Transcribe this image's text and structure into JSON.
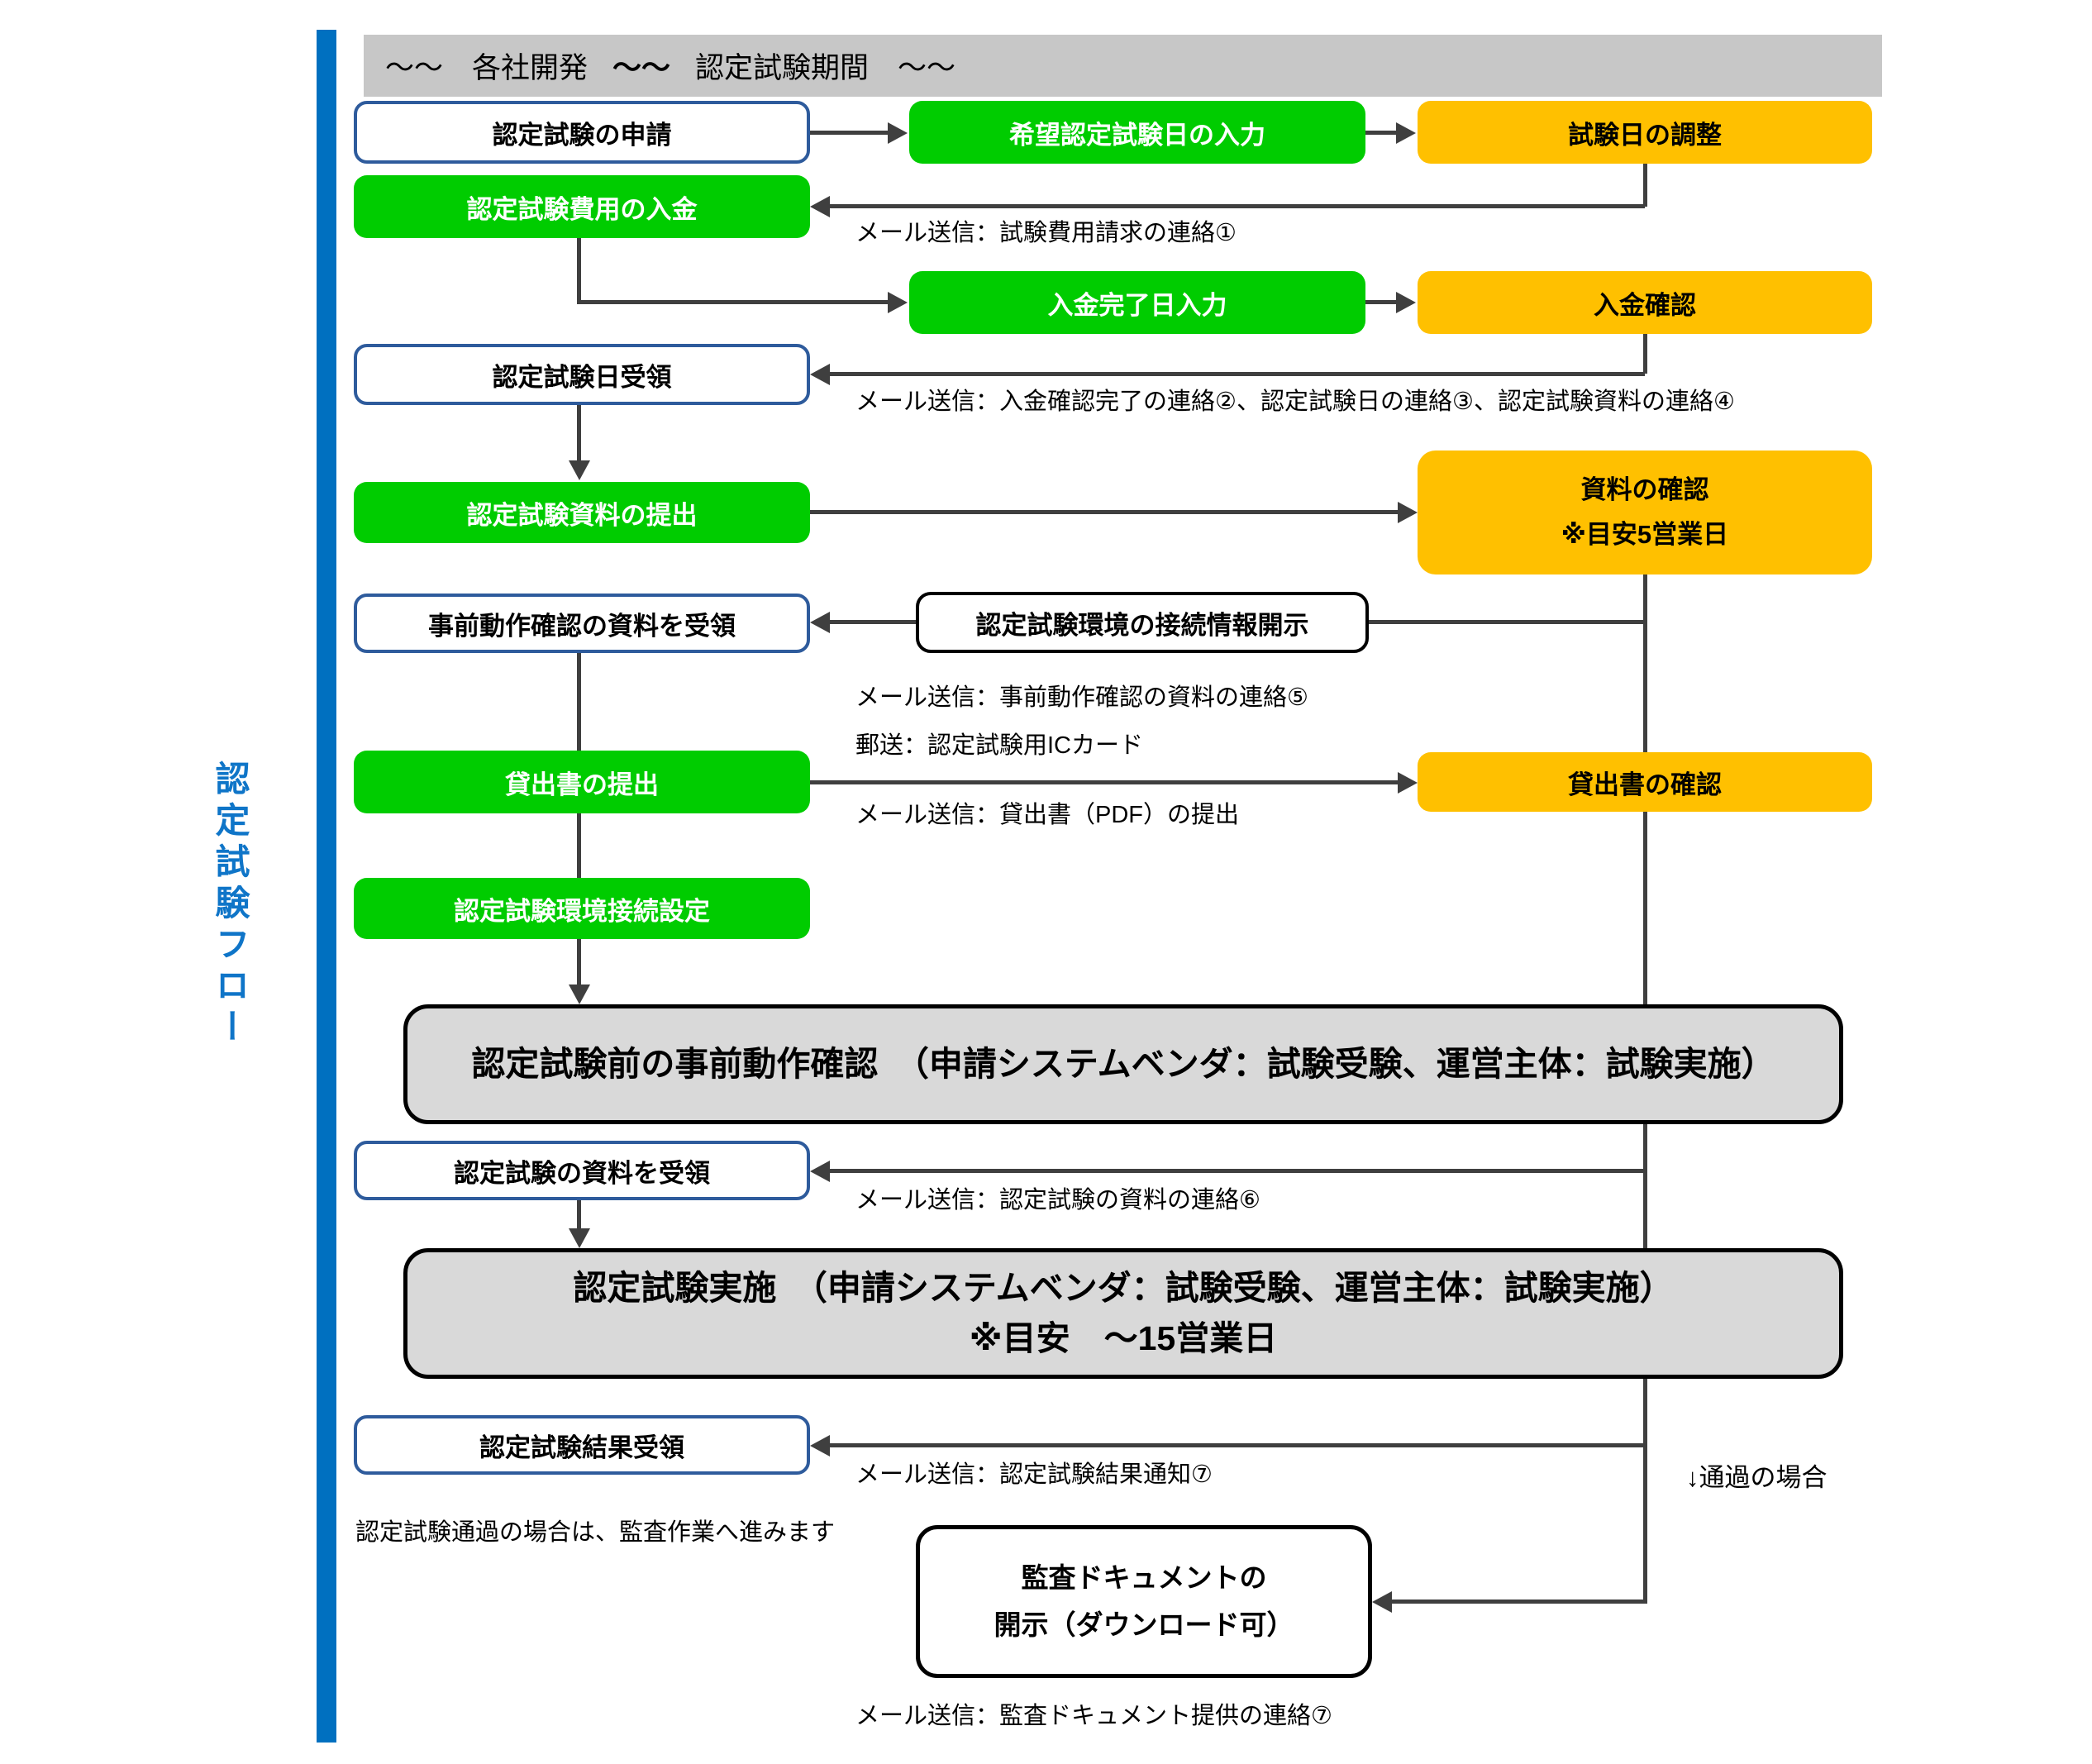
{
  "page": {
    "vertical_title": "認定試験フロー",
    "header": {
      "part1": "〜〜　各社開発",
      "part2": "〜〜",
      "part3": "認定試験期間　〜〜"
    }
  },
  "colors": {
    "green": "#00CC00",
    "orange": "#FFC000",
    "header-gray": "#C7C7C7",
    "box-gray": "#D9D9D9",
    "blue-bar": "#0070C0",
    "blue-border": "#2E5B9C",
    "title-blue": "#0F75C8",
    "line": "#3F3F3F"
  },
  "nodes": {
    "apply": {
      "label": "認定試験の申請"
    },
    "desired_date": {
      "label": "希望認定試験日の入力"
    },
    "date_adjust": {
      "label": "試験日の調整"
    },
    "fee_payment": {
      "label": "認定試験費用の入金"
    },
    "payment_date": {
      "label": "入金完了日入力"
    },
    "payment_confirm": {
      "label": "入金確認"
    },
    "date_receive": {
      "label": "認定試験日受領"
    },
    "materials_submit": {
      "label": "認定試験資料の提出"
    },
    "materials_check": {
      "label": "資料の確認",
      "note": "※目安5営業日"
    },
    "precheck_receive": {
      "label": "事前動作確認の資料を受領"
    },
    "env_info": {
      "label": "認定試験環境の接続情報開示"
    },
    "loan_submit": {
      "label": "貸出書の提出"
    },
    "loan_check": {
      "label": "貸出書の確認"
    },
    "env_setup": {
      "label": "認定試験環境接続設定"
    },
    "pretest": {
      "label": "認定試験前の事前動作確認　（申請システムベンダ：試験受験、運営主体：試験実施）"
    },
    "docs_receive": {
      "label": "認定試験の資料を受領"
    },
    "exam": {
      "label": "認定試験実施　（申請システムベンダ：試験受験、運営主体：試験実施）",
      "note": "※目安　〜15営業日"
    },
    "result_receive": {
      "label": "認定試験結果受領"
    },
    "audit_docs": {
      "line1": "監査ドキュメントの",
      "line2": "開示（ダウンロード可）"
    }
  },
  "annotations": {
    "mail_fee_request": "メール送信：試験費用請求の連絡①",
    "mail_payment_confirm": "メール送信：入金確認完了の連絡②、認定試験日の連絡③、認定試験資料の連絡④",
    "mail_precheck_materials": "メール送信：事前動作確認の資料の連絡⑤",
    "post_ic_card": "郵送：認定試験用ICカード",
    "mail_loan_pdf": "メール送信：貸出書（PDF）の提出",
    "mail_exam_materials": "メール送信：認定試験の資料の連絡⑥",
    "mail_exam_result": "メール送信：認定試験結果通知⑦",
    "pass_proceed_note": "認定試験通過の場合は、監査作業へ進みます",
    "pass_case": "↓通過の場合",
    "mail_audit_docs": "メール送信：監査ドキュメント提供の連絡⑦"
  }
}
